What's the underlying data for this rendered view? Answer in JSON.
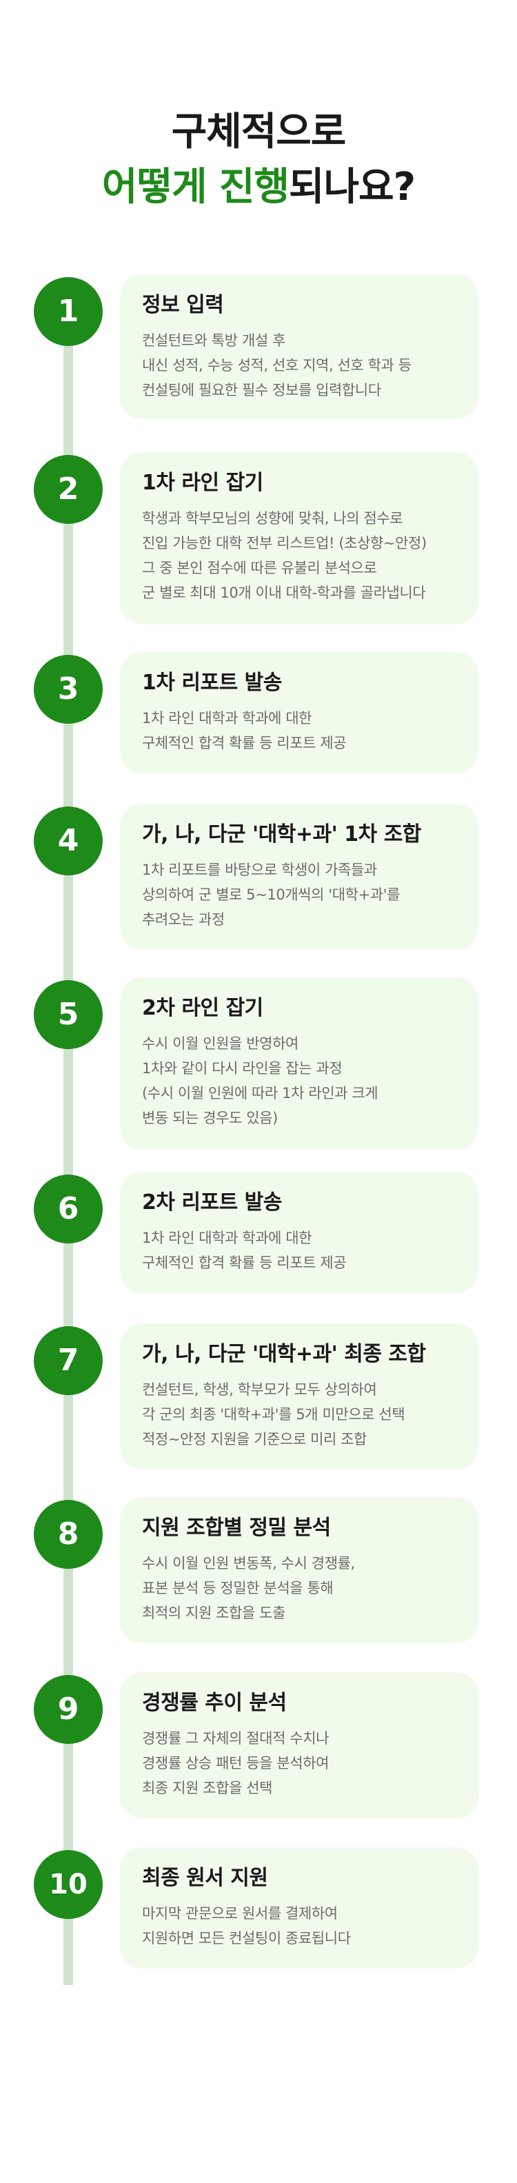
{
  "header": {
    "line1": "구체적으로",
    "line2_highlight": "어떻게 진행",
    "line2_rest": "되나요?"
  },
  "steps": [
    {
      "num": "1",
      "title": "정보 입력",
      "lines": [
        "컨설턴트와 톡방 개설 후",
        "내신 성적, 수능 성적, 선호 지역, 선호 학과 등",
        "컨설팅에 필요한 필수 정보를 입력합니다"
      ]
    },
    {
      "num": "2",
      "title": "1차 라인 잡기",
      "lines": [
        "학생과 학부모님의 성향에 맞춰, 나의 점수로",
        "진입 가능한 대학 전부 리스트업! (초상향~안정)",
        "그 중 본인 점수에 따른 유불리 분석으로",
        "군 별로 최대 10개 이내 대학-학과를 골라냅니다"
      ]
    },
    {
      "num": "3",
      "title": "1차 리포트 발송",
      "lines": [
        "1차 라인 대학과 학과에 대한",
        "구체적인 합격 확률 등 리포트 제공"
      ]
    },
    {
      "num": "4",
      "title": "가, 나, 다군 '대학+과' 1차 조합",
      "lines": [
        "1차 리포트를 바탕으로 학생이 가족들과",
        "상의하여 군 별로 5~10개씩의 '대학+과'를",
        "추려오는 과정"
      ]
    },
    {
      "num": "5",
      "title": "2차 라인 잡기",
      "lines": [
        "수시 이월 인원을 반영하여",
        "1차와 같이 다시 라인을 잡는 과정",
        "(수시 이월 인원에 따라 1차 라인과 크게",
        "변동 되는 경우도 있음)"
      ]
    },
    {
      "num": "6",
      "title": "2차 리포트 발송",
      "lines": [
        "1차 라인 대학과 학과에 대한",
        "구체적인 합격 확률 등 리포트 제공"
      ]
    },
    {
      "num": "7",
      "title": "가, 나, 다군 '대학+과' 최종 조합",
      "lines": [
        "컨설턴트, 학생, 학부모가 모두 상의하여",
        "각 군의 최종 '대학+과'를 5개 미만으로 선택",
        "적정~안정 지원을 기준으로 미리 조합"
      ]
    },
    {
      "num": "8",
      "title": "지원 조합별 정밀 분석",
      "lines": [
        "수시 이월 인원 변동폭, 수시 경쟁률,",
        "표본 분석 등 정밀한 분석을 통해",
        "최적의 지원 조합을 도출"
      ]
    },
    {
      "num": "9",
      "title": "경쟁률 추이 분석",
      "lines": [
        "경쟁률 그 자체의 절대적 수치나",
        "경쟁률 상승 패턴 등을 분석하여",
        "최종 지원 조합을 선택"
      ]
    },
    {
      "num": "10",
      "title": "최종 원서 지원",
      "lines": [
        "마지막 관문으로 원서를 결제하여",
        "지원하면 모든 컨설팅이 종료됩니다"
      ]
    }
  ]
}
